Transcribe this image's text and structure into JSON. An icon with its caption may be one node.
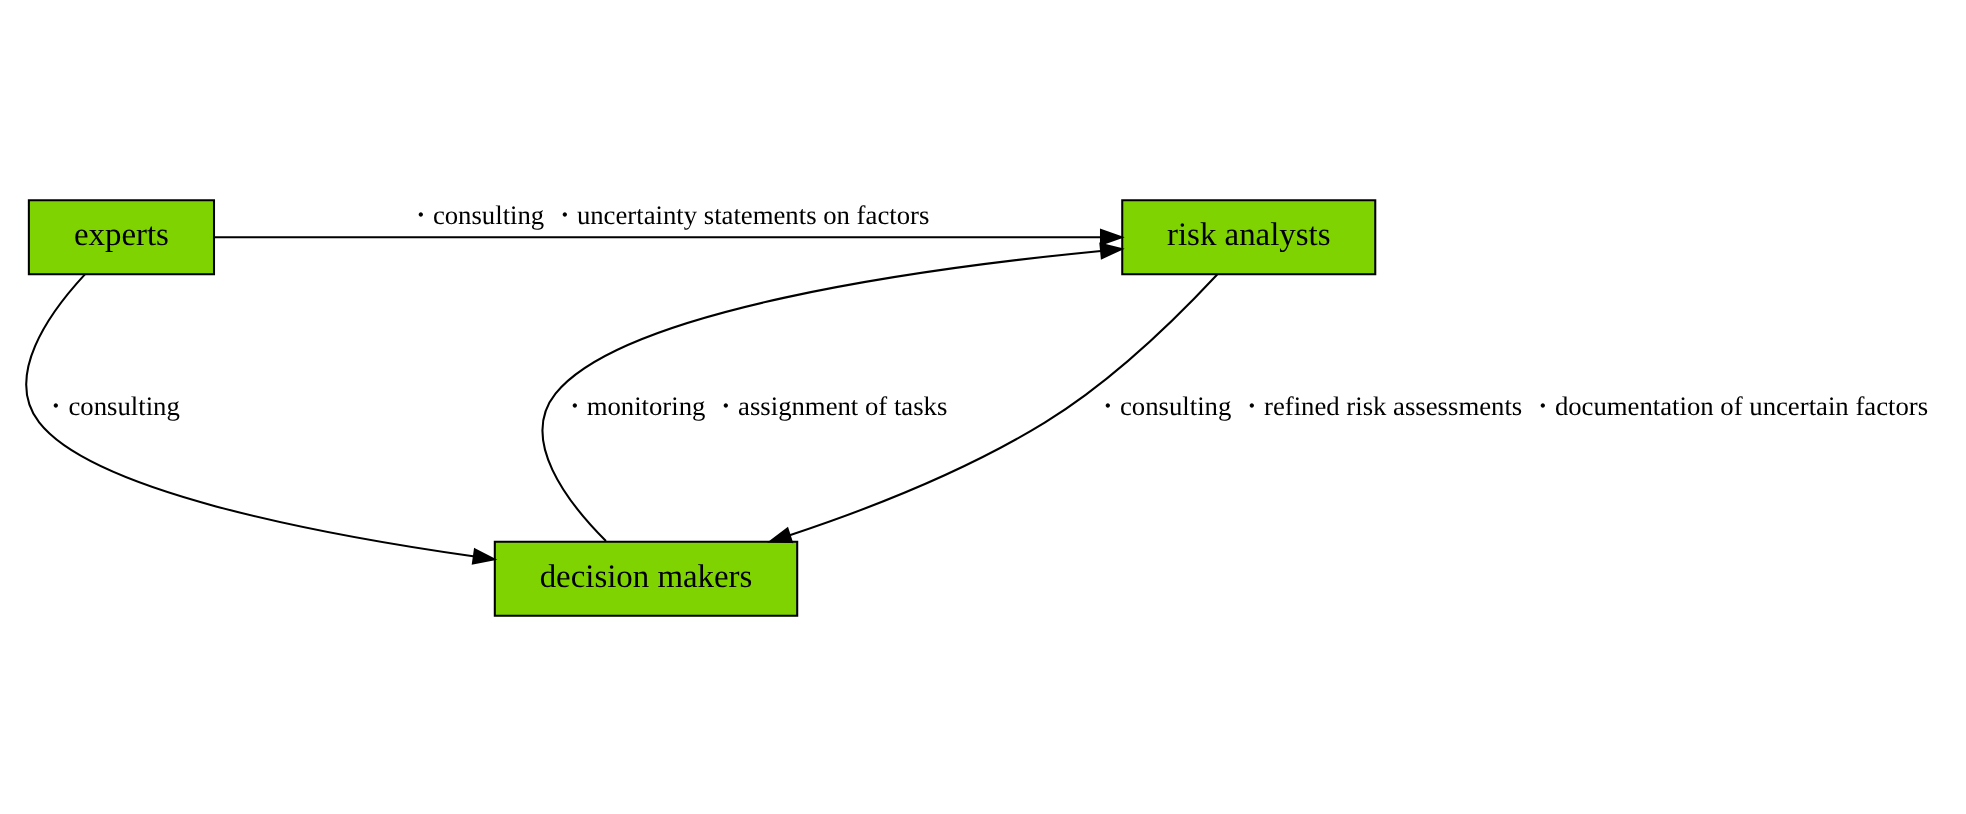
{
  "diagram": {
    "nodes": [
      {
        "text": [
          "risk analysts"
        ]
      },
      {
        "text": [
          "experts"
        ]
      },
      {
        "text": [
          "decision makers"
        ]
      }
    ],
    "edges": [
      {
        "from": 1,
        "to": 0,
        "arrow": "to",
        "label": "・consulting ・uncertainty statements on factors"
      },
      {
        "from": 0,
        "to": 2,
        "arrow": "to",
        "label": "・consulting ・refined risk assessments ・documentation of uncertain factors"
      },
      {
        "from": 1,
        "to": 2,
        "arrow": "to",
        "label": "・consulting"
      },
      {
        "from": 2,
        "to": 0,
        "arrow": "to",
        "label": "・monitoring ・assignment of tasks"
      }
    ]
  }
}
